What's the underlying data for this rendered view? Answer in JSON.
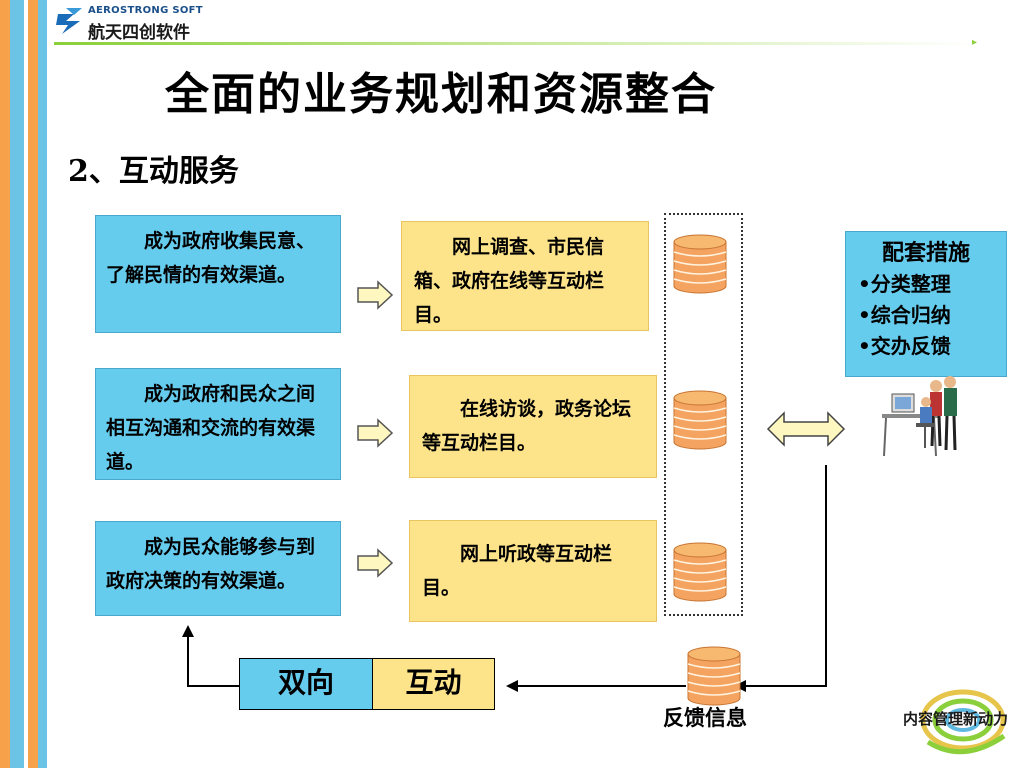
{
  "logo": {
    "en": "AEROSTRONG SOFT",
    "cn": "航天四创软件"
  },
  "title": "全面的业务规划和资源整合",
  "subtitle": "2、互动服务",
  "rows": [
    {
      "goal": "成为政府收集民意、了解民情的有效渠道。",
      "channel": "网上调查、市民信箱、政府在线等互动栏目。"
    },
    {
      "goal": "成为政府和民众之间相互沟通和交流的有效渠道。",
      "channel": "在线访谈，政务论坛等互动栏目。"
    },
    {
      "goal": "成为民众能够参与到政府决策的有效渠道。",
      "channel": "网上听政等互动栏目。"
    }
  ],
  "measures": {
    "title": "配套措施",
    "items": [
      "•分类整理",
      "•综合归纳",
      "•交办反馈"
    ]
  },
  "bottom": {
    "left": "双向",
    "right": "互动",
    "feedback": "反馈信息"
  },
  "footer": {
    "brand": "内容管理新动力"
  },
  "colors": {
    "blue_box": "#66ccee",
    "yellow_box": "#fde38a",
    "database": "#f4a460"
  }
}
